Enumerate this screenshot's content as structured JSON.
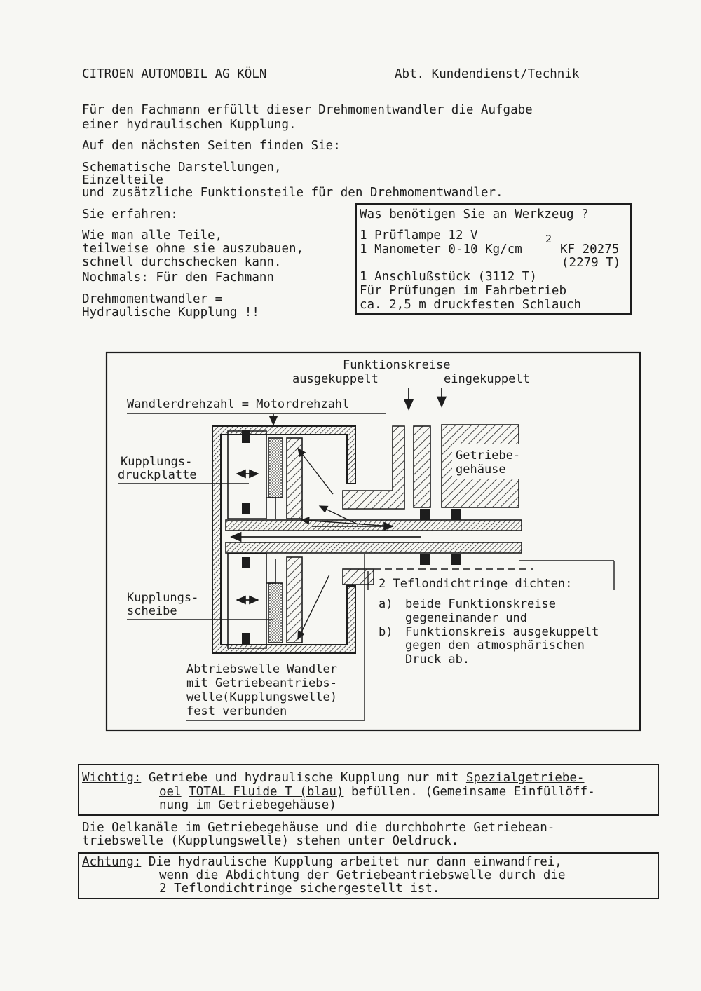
{
  "header": {
    "company": "CITROEN AUTOMOBIL AG KÖLN",
    "department": "Abt. Kundendienst/Technik"
  },
  "intro": {
    "line1": "Für den Fachmann erfüllt dieser Drehmomentwandler die Aufgabe",
    "line2": "einer hydraulischen Kupplung.",
    "next_pages": "Auf den nächsten Seiten finden Sie:",
    "list_item1_underlined": "Schematische",
    "list_item1_rest": " Darstellungen,",
    "list_item2": "Einzelteile",
    "list_item3": "und zusätzliche Funktionsteile für den Drehmomentwandler."
  },
  "left_column": {
    "you_learn": "Sie erfahren:",
    "how1": "Wie man alle Teile,",
    "how2": "teilweise ohne sie auszubauen,",
    "how3": "schnell durchschecken kann.",
    "again_label": "Nochmals:",
    "again_rest": " Für den Fachmann",
    "equation1": "Drehmomentwandler =",
    "equation2": "Hydraulische Kupplung !!"
  },
  "tools_box": {
    "title": "Was benötigen Sie an Werkzeug ?",
    "item1": "1 Prüflampe 12 V",
    "item2": "1 Manometer 0-10 Kg/cm",
    "item2_sup": "2",
    "item2_ref": "KF 20275",
    "item2_ref2": "(2279 T)",
    "item3": "1 Anschlußstück (3112 T)",
    "item4": "Für Prüfungen im Fahrbetrieb",
    "item5": "ca. 2,5 m druckfesten Schlauch"
  },
  "diagram": {
    "funktionskreise": "Funktionskreise",
    "ausgekuppelt": "ausgekuppelt",
    "eingekuppelt": "eingekuppelt",
    "wandlerdrehzahl": "Wandlerdrehzahl = Motordrehzahl",
    "druckplatte1": "Kupplungs-",
    "druckplatte2": "druckplatte",
    "getriebe1": "Getriebe-",
    "getriebe2": "gehäuse",
    "scheibe1": "Kupplungs-",
    "scheibe2": "scheibe",
    "teflon": "2 Teflondichtringe dichten:",
    "a_label": "a)",
    "a1": "beide Funktionskreise",
    "a2": "gegeneinander und",
    "b_label": "b)",
    "b1": "Funktionskreis ausgekuppelt",
    "b2": "gegen den atmosphärischen",
    "b3": "Druck ab.",
    "abtrieb1": "Abtriebswelle Wandler",
    "abtrieb2": "mit Getriebeantriebs-",
    "abtrieb3": "welle(Kupplungswelle)",
    "abtrieb4": "fest verbunden"
  },
  "important_box": {
    "label": "Wichtig:",
    "line1a": " Getriebe und hydraulische Kupplung nur mit ",
    "line1b": "Spezialgetriebe-",
    "line2a": "oel",
    "line2b": " ",
    "line2c": "TOTAL Fluide T (blau)",
    "line2d": " befüllen. (Gemeinsame Einfüllöff-",
    "line3": "nung im Getriebegehäuse)"
  },
  "oil_note": {
    "line1": "Die Oelkanäle im Getriebegehäuse und die durchbohrte Getriebean-",
    "line2": "triebswelle (Kupplungswelle) stehen unter Oeldruck."
  },
  "attention_box": {
    "label": "Achtung:",
    "line1": " Die hydraulische Kupplung arbeitet nur dann einwandfrei,",
    "line2": "wenn die Abdichtung der Getriebeantriebswelle durch die",
    "line3": "2 Teflondichtringe sichergestellt ist."
  }
}
